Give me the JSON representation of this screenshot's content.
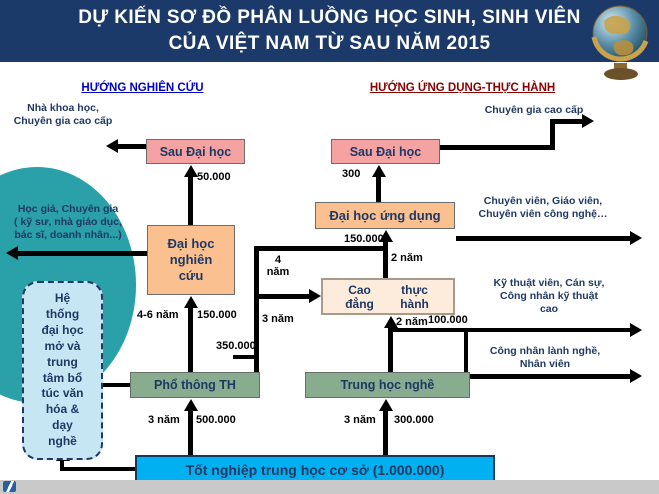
{
  "slide": {
    "title_line1": "DỰ KIẾN SƠ ĐỒ PHÂN LUỒNG HỌC SINH, SINH VIÊN",
    "title_line2": "CỦA VIỆT NAM TỪ SAU NĂM 2015"
  },
  "tracks": {
    "research": "HƯỚNG NGHIÊN CỨU",
    "applied": "HƯỚNG  ỨNG DỤNG-THỰC HÀNH"
  },
  "nodes": {
    "sau_dai_hoc_left": "Sau Đại học",
    "sau_dai_hoc_right": "Sau Đại học",
    "dai_hoc_nghien_cuu": "Đại học\nnghiên\ncứu",
    "dai_hoc_ung_dung": "Đại học ứng dụng",
    "cao_dang_left": "Cao đẳng",
    "cao_dang_right": "thực hành",
    "pho_thong_th": "Phổ thông TH",
    "trung_hoc_nghe": "Trung học nghề",
    "tot_nghiep_thcs": "Tốt nghiệp trung học cơ sở (1.000.000)",
    "he_thong_dai_hoc_mo": "Hệ\nthống\nđại học\nmở và\ntrung\ntâm bổ\ntúc văn\nhóa &\ndạy\nnghề"
  },
  "outcomes": {
    "nha_khoa_hoc": "Nhà khoa học,\nChuyên gia cao cấp",
    "hoc_gia": "Học giả, Chuyên gia\n( kỹ sư, nhà giáo dục,\nbác sĩ, doanh nhân...)",
    "chuyen_gia_cao_cap": "Chuyên gia cao cấp",
    "chuyen_vien": "Chuyên viên, Giáo viên,\nChuyên viên công nghệ…",
    "ky_thuat_vien": "Kỹ thuật viên, Cán sự,\nCông nhân kỹ thuật\ncao",
    "cong_nhan": "Công nhân lành nghề,\nNhân viên"
  },
  "flow_labels": {
    "sdh_left_count": "50.000",
    "sdh_right_count": "300",
    "dhud_count": "150.000",
    "dhud_years": "2 năm",
    "dhnc_years": "4-6 năm",
    "dhnc_count": "150.000",
    "ptth_dhud_years": "4\nnăm",
    "ptth_cd_years": "3 năm",
    "ptth_cd_count": "350.000",
    "cd_years": "2 năm",
    "cd_count": "100.000",
    "ptth_years": "3 năm",
    "ptth_count": "500.000",
    "thn_years": "3 năm",
    "thn_count": "300.000"
  },
  "colors": {
    "header_bg": "#1B3A69",
    "postgrad_box": "#F4A2A2",
    "university_box": "#FAC08F",
    "college_box": "#FDEBDB",
    "school_box": "#88AD8E",
    "secondary_box": "#00B0F0",
    "open_system_box": "#C5E6F2",
    "ellipse": "#2AA0A8",
    "research_heading": "#0000C8",
    "applied_heading": "#8B0000",
    "text_navy": "#1F3864"
  }
}
